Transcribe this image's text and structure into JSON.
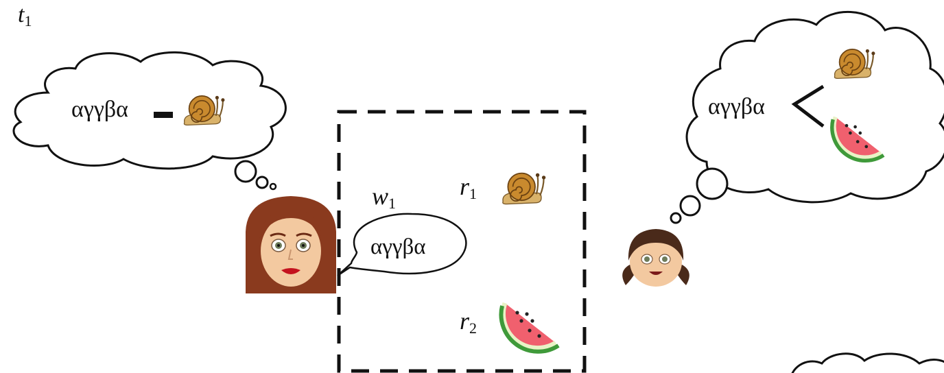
{
  "time_label": {
    "main": "t",
    "sub": "1"
  },
  "speaker": {
    "thought_word": "αγγβα",
    "speech_word": "αγγβα",
    "icon": "woman-red-hair-icon"
  },
  "listener": {
    "thought_word": "αγγβα",
    "icon": "girl-pigtails-icon"
  },
  "context": {
    "word_label": {
      "main": "w",
      "sub": "1"
    },
    "referent_1_label": {
      "main": "r",
      "sub": "1"
    },
    "referent_2_label": {
      "main": "r",
      "sub": "2"
    },
    "referent_1_icon": "snail-icon",
    "referent_2_icon": "watermelon-icon"
  },
  "colors": {
    "ink": "#111111",
    "snail_shell": "#c98a2e",
    "snail_body": "#d9b26a",
    "watermelon_flesh": "#f0606e",
    "watermelon_rind": "#3f9a3a",
    "hair_speaker": "#8a3a1e",
    "hair_listener": "#4a2a1a",
    "skin": "#f3c9a0"
  }
}
